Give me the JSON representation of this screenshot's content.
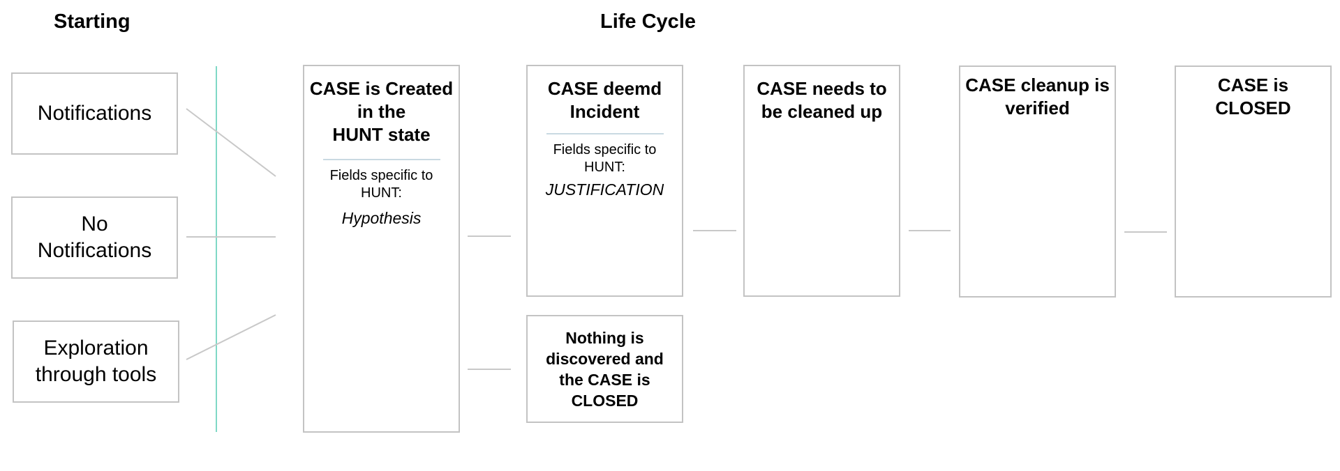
{
  "headings": {
    "starting": "Starting",
    "life_cycle": "Life Cycle"
  },
  "sources": [
    {
      "label": "Notifications"
    },
    {
      "label": "No\nNotifications"
    },
    {
      "label": "Exploration\nthrough tools"
    }
  ],
  "stages": {
    "created": {
      "title": "CASE is Created\nin the\nHUNT state",
      "fields_label": "Fields specific to\nHUNT:",
      "field_value": "Hypothesis"
    },
    "incident": {
      "title": "CASE deemd\nIncident",
      "fields_label": "Fields specific to\nHUNT:",
      "field_value": "JUSTIFICATION"
    },
    "needs_cleanup": {
      "title": "CASE needs to\nbe cleaned up"
    },
    "cleanup_verified": {
      "title": "CASE cleanup is\nverified"
    },
    "closed": {
      "title": "CASE is CLOSED"
    }
  },
  "outcome": {
    "nothing_discovered": "Nothing is\ndiscovered and\nthe CASE is\nCLOSED"
  },
  "colors": {
    "box_border": "#c3c3c3",
    "connector": "#c8c8c8",
    "divider": "#c9d9e2",
    "separator": "#7fd8c6"
  }
}
